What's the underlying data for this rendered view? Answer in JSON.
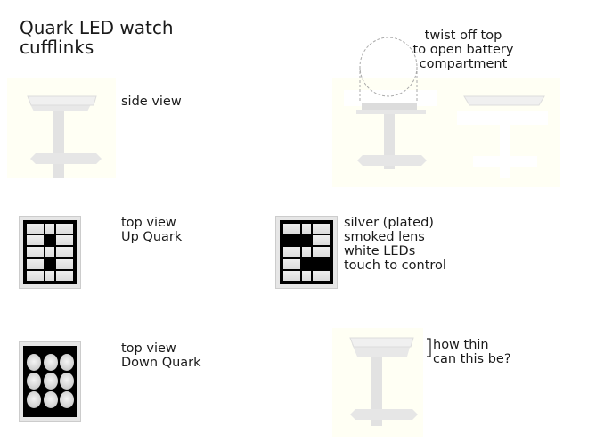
{
  "title": [
    "Quark LED watch",
    "cufflinks"
  ],
  "labels": {
    "side_view": "side view",
    "twist_off": [
      "twist off top",
      "to open battery",
      "compartment"
    ],
    "up_quark": [
      "top view",
      "Up Quark"
    ],
    "silver": [
      "silver (plated)",
      "smoked lens",
      "white LEDs",
      "touch to control"
    ],
    "down_quark": [
      "top view",
      "Down Quark"
    ],
    "how_thin": [
      "how thin",
      "can this be?"
    ]
  },
  "grids": {
    "up_quark": [
      [
        1,
        1,
        1
      ],
      [
        1,
        0,
        1
      ],
      [
        1,
        1,
        1
      ],
      [
        1,
        0,
        1
      ],
      [
        1,
        1,
        1
      ]
    ],
    "digit_two": [
      [
        1,
        1,
        1
      ],
      [
        0,
        0,
        1
      ],
      [
        1,
        1,
        1
      ],
      [
        1,
        0,
        0
      ],
      [
        1,
        1,
        1
      ]
    ],
    "down_quark_dots": [
      3,
      3
    ]
  }
}
